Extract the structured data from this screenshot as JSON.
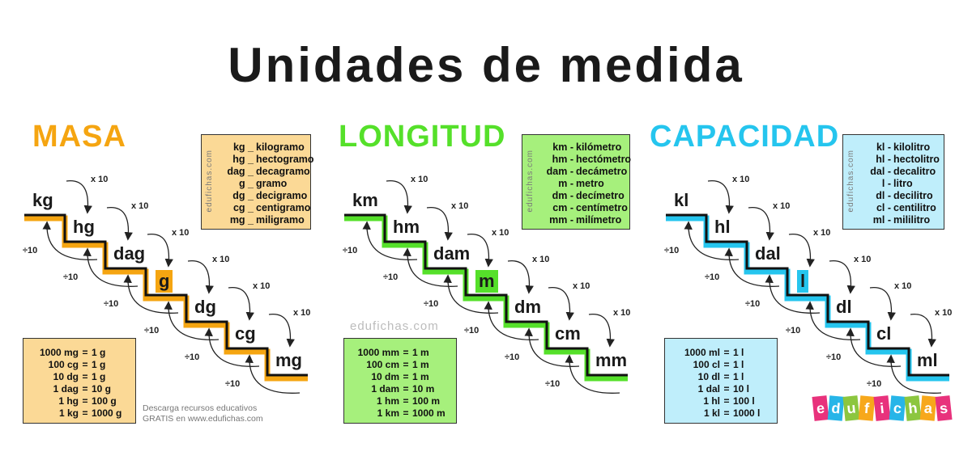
{
  "title": "Unidades de medida",
  "colors": {
    "masa": "#f5a511",
    "longitud": "#55e02a",
    "capacidad": "#25c5ee",
    "masa_box": "#fbd996",
    "longitud_box": "#a6f07c",
    "capacidad_box": "#bfeefb"
  },
  "sections": [
    {
      "key": "masa",
      "title": "MASA",
      "units": [
        "kg",
        "hg",
        "dag",
        "g",
        "dg",
        "cg",
        "mg"
      ],
      "abbreviations": [
        {
          "a": "kg",
          "n": "kilogramo"
        },
        {
          "a": "hg",
          "n": "hectogramo"
        },
        {
          "a": "dag",
          "n": "decagramo"
        },
        {
          "a": "g",
          "n": "gramo"
        },
        {
          "a": "dg",
          "n": "decigramo"
        },
        {
          "a": "cg",
          "n": "centigramo"
        },
        {
          "a": "mg",
          "n": "miligramo"
        }
      ],
      "equivalences": [
        {
          "l": "1000 mg",
          "r": "1 g"
        },
        {
          "l": "100 cg",
          "r": "1 g"
        },
        {
          "l": "10 dg",
          "r": "1 g"
        },
        {
          "l": "1 dag",
          "r": "10 g"
        },
        {
          "l": "1 hg",
          "r": "100 g"
        },
        {
          "l": "1 kg",
          "r": "1000 g"
        }
      ]
    },
    {
      "key": "longitud",
      "title": "LONGITUD",
      "units": [
        "km",
        "hm",
        "dam",
        "m",
        "dm",
        "cm",
        "mm"
      ],
      "abbreviations": [
        {
          "a": "km",
          "n": "kilómetro"
        },
        {
          "a": "hm",
          "n": "hectómetro"
        },
        {
          "a": "dam",
          "n": "decámetro"
        },
        {
          "a": "m",
          "n": "metro"
        },
        {
          "a": "dm",
          "n": "decímetro"
        },
        {
          "a": "cm",
          "n": "centímetro"
        },
        {
          "a": "mm",
          "n": "milímetro"
        }
      ],
      "equivalences": [
        {
          "l": "1000 mm",
          "r": "1 m"
        },
        {
          "l": "100 cm",
          "r": "1 m"
        },
        {
          "l": "10 dm",
          "r": "1 m"
        },
        {
          "l": "1 dam",
          "r": "10 m"
        },
        {
          "l": "1 hm",
          "r": "100 m"
        },
        {
          "l": "1 km",
          "r": "1000 m"
        }
      ]
    },
    {
      "key": "capacidad",
      "title": "CAPACIDAD",
      "units": [
        "kl",
        "hl",
        "dal",
        "l",
        "dl",
        "cl",
        "ml"
      ],
      "abbreviations": [
        {
          "a": "kl",
          "n": "kilolitro"
        },
        {
          "a": "hl",
          "n": "hectolitro"
        },
        {
          "a": "dal",
          "n": "decalitro"
        },
        {
          "a": "l",
          "n": "litro"
        },
        {
          "a": "dl",
          "n": "decilitro"
        },
        {
          "a": "cl",
          "n": "centilitro"
        },
        {
          "a": "ml",
          "n": "mililitro"
        }
      ],
      "equivalences": [
        {
          "l": "1000 ml",
          "r": "1 l"
        },
        {
          "l": "100 cl",
          "r": "1 l"
        },
        {
          "l": "10 dl",
          "r": "1 l"
        },
        {
          "l": "1 dal",
          "r": "10 l"
        },
        {
          "l": "1 hl",
          "r": "100 l"
        },
        {
          "l": "1 kl",
          "r": "1000 l"
        }
      ]
    }
  ],
  "multiply_label": "x 10",
  "divide_label": "÷10",
  "separator": "_",
  "equals": "=",
  "vertical_watermark": "edufichas.com",
  "center_watermark": "edufichas.com",
  "footer_line1": "Descarga recursos educativos",
  "footer_line2": "GRATIS en www.edufichas.com",
  "logo_letters": [
    "e",
    "d",
    "u",
    "f",
    "i",
    "c",
    "h",
    "a",
    "s"
  ],
  "logo_colors": [
    "#e8327c",
    "#27b5e8",
    "#8cc63f",
    "#f7a81b",
    "#e8327c",
    "#27b5e8",
    "#8cc63f",
    "#f7a81b",
    "#e8327c"
  ]
}
